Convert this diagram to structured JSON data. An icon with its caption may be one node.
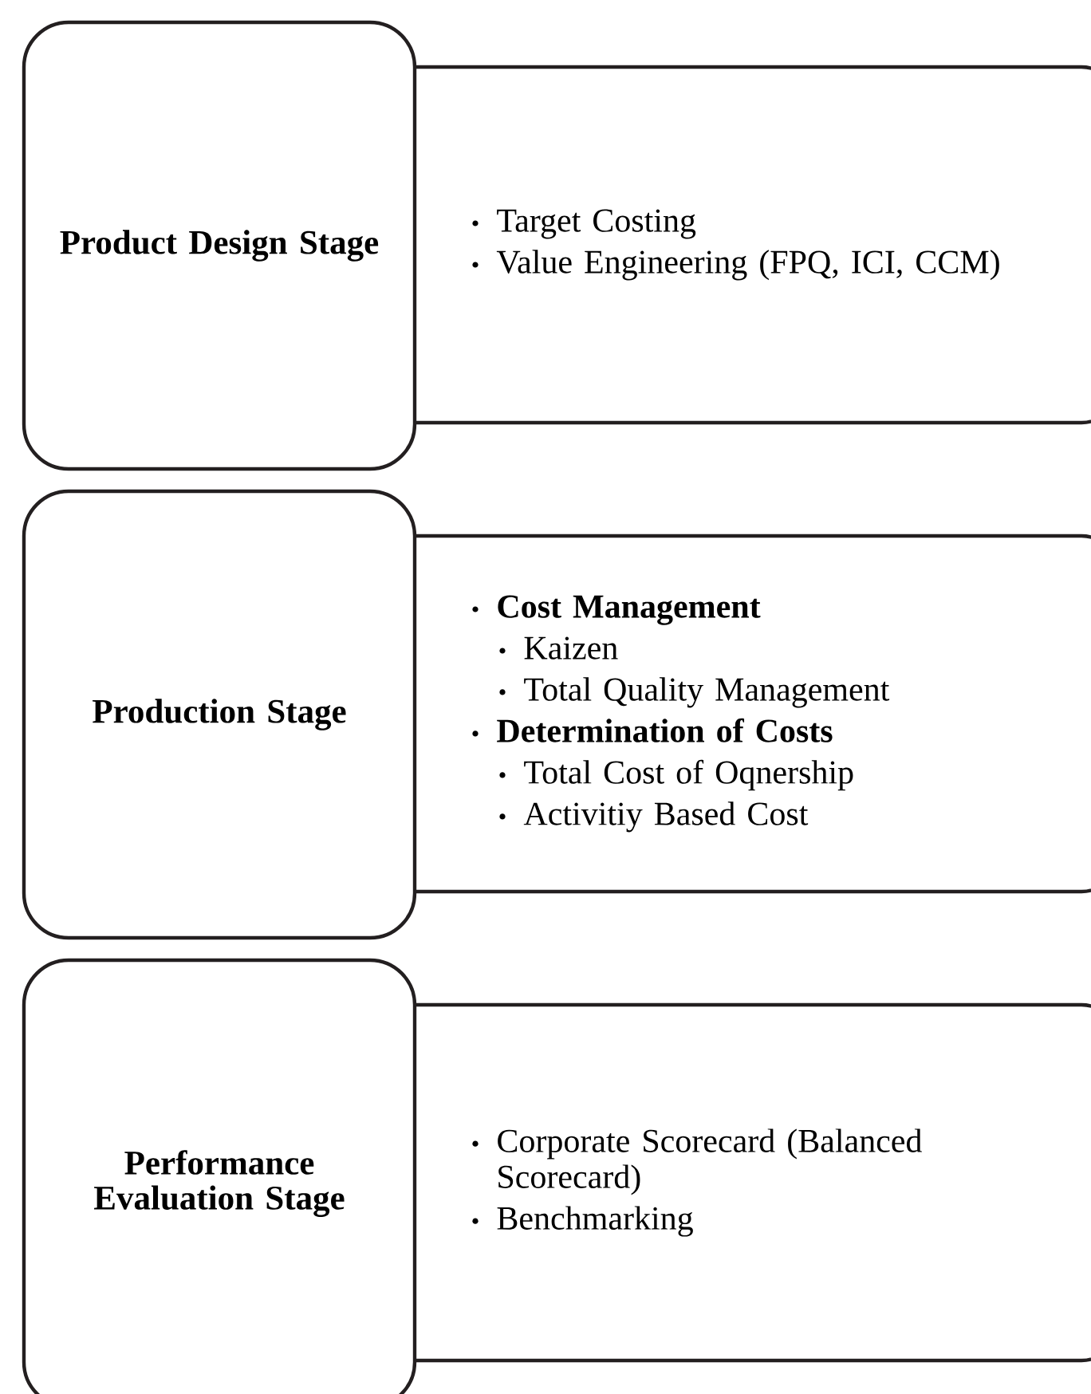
{
  "diagram": {
    "nodes": [
      {
        "text": [
          "Product Design Stage"
        ]
      },
      {
        "text": [
          "Target Costing",
          "Value Engineering (FPQ, ICI, CCM)"
        ]
      },
      {
        "text": [
          "Production Stage"
        ]
      },
      {
        "text": [
          "Cost Management",
          "Kaizen",
          "Total Quality Management",
          "Determination of Costs",
          "Total Cost of Oqnership",
          "Activitiy Based Cost"
        ]
      },
      {
        "text": [
          "Performance Evaluation Stage"
        ]
      },
      {
        "text": [
          "Corporate Scorecard (Balanced Scorecard)",
          "Benchmarking"
        ]
      }
    ]
  }
}
